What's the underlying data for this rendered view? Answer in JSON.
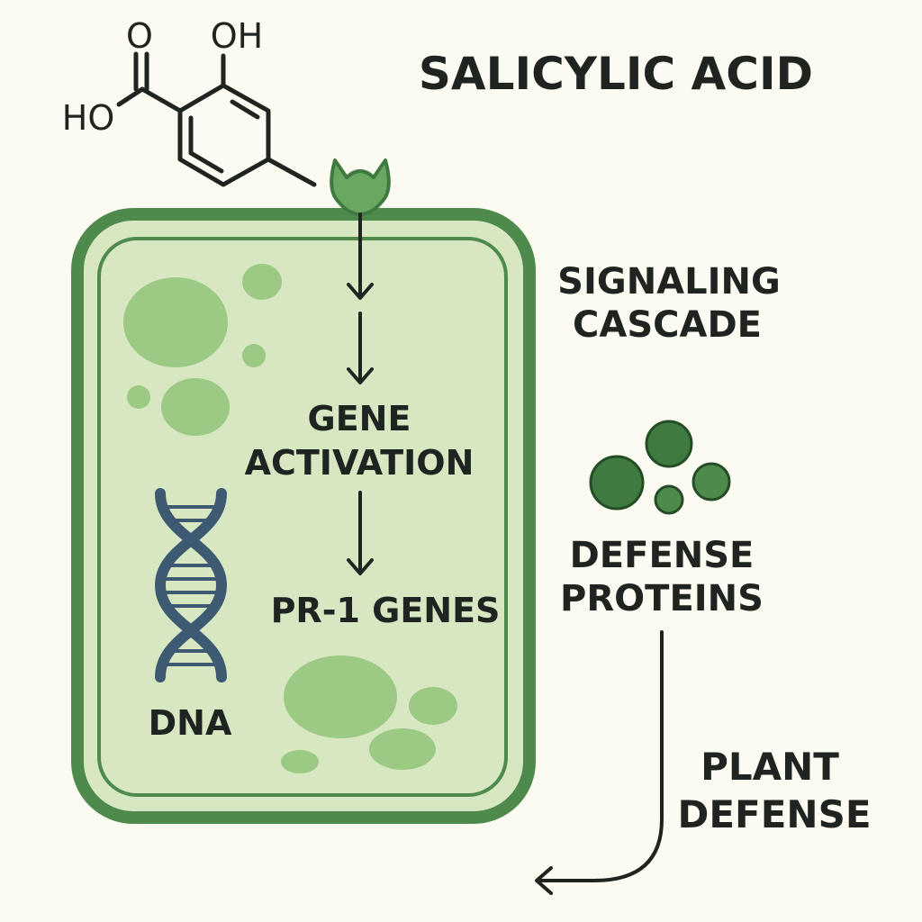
{
  "title": "SALICYLIC ACID",
  "molecule": {
    "carbonyl_o": "O",
    "hydroxyl": "OH",
    "acid_ho": "HO"
  },
  "labels": {
    "signaling_line1": "SIGNALING",
    "signaling_line2": "CASCADE",
    "gene_line1": "GENE",
    "gene_line2": "ACTIVATION",
    "pr1": "PR-1 GENES",
    "dna": "DNA",
    "defense_line1": "DEFENSE",
    "defense_line2": "PROTEINS",
    "plant_line1": "PLANT",
    "plant_line2": "DEFENSE"
  },
  "icons": {
    "receptor": "receptor-icon",
    "dna": "dna-helix-icon",
    "proteins": "protein-cluster-icon"
  },
  "colors": {
    "background": "#fcfbf2",
    "cell_wall": "#4e8a4c",
    "cytoplasm": "#d6e7c2",
    "organelle": "#9cc983",
    "protein_dark": "#3f7a41",
    "dna_strand": "#3d5a72",
    "ink": "#1f2420"
  }
}
